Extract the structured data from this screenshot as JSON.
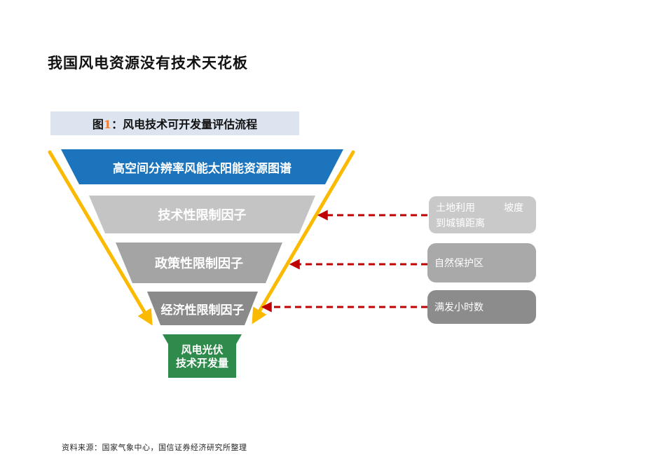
{
  "page": {
    "title": "我国风电资源没有技术天花板",
    "source_note": "资料来源：国家气象中心，国信证券经济研究所整理"
  },
  "figure": {
    "caption": {
      "prefix": "图",
      "number": "1",
      "rest": "：风电技术可开发量评估流程"
    },
    "funnel": {
      "levels": [
        {
          "label": "高空间分辨率风能太阳能资源图谱",
          "color": "#1B74BC"
        },
        {
          "label": "技术性限制因子",
          "color": "#C4C4C4"
        },
        {
          "label": "政策性限制因子",
          "color": "#A4A4A4"
        },
        {
          "label": "经济性限制因子",
          "color": "#8A8A8A"
        }
      ],
      "result": {
        "line1": "风电光伏",
        "line2": "技术开发量",
        "color": "#2E8B4B"
      }
    },
    "annotations": [
      {
        "item1": "土地利用",
        "item2": "坡度",
        "item3": "到城镇距离",
        "color": "#C9C9C9"
      },
      {
        "item1": "自然保护区",
        "color": "#A9A9A9"
      },
      {
        "item1": "满发小时数",
        "color": "#8C8C8C"
      }
    ],
    "colors": {
      "arrow_yellow": "#FBBA00",
      "arrow_red": "#C00000",
      "caption_bg": "#DCE4F0",
      "caption_number": "#ED7D31"
    }
  }
}
